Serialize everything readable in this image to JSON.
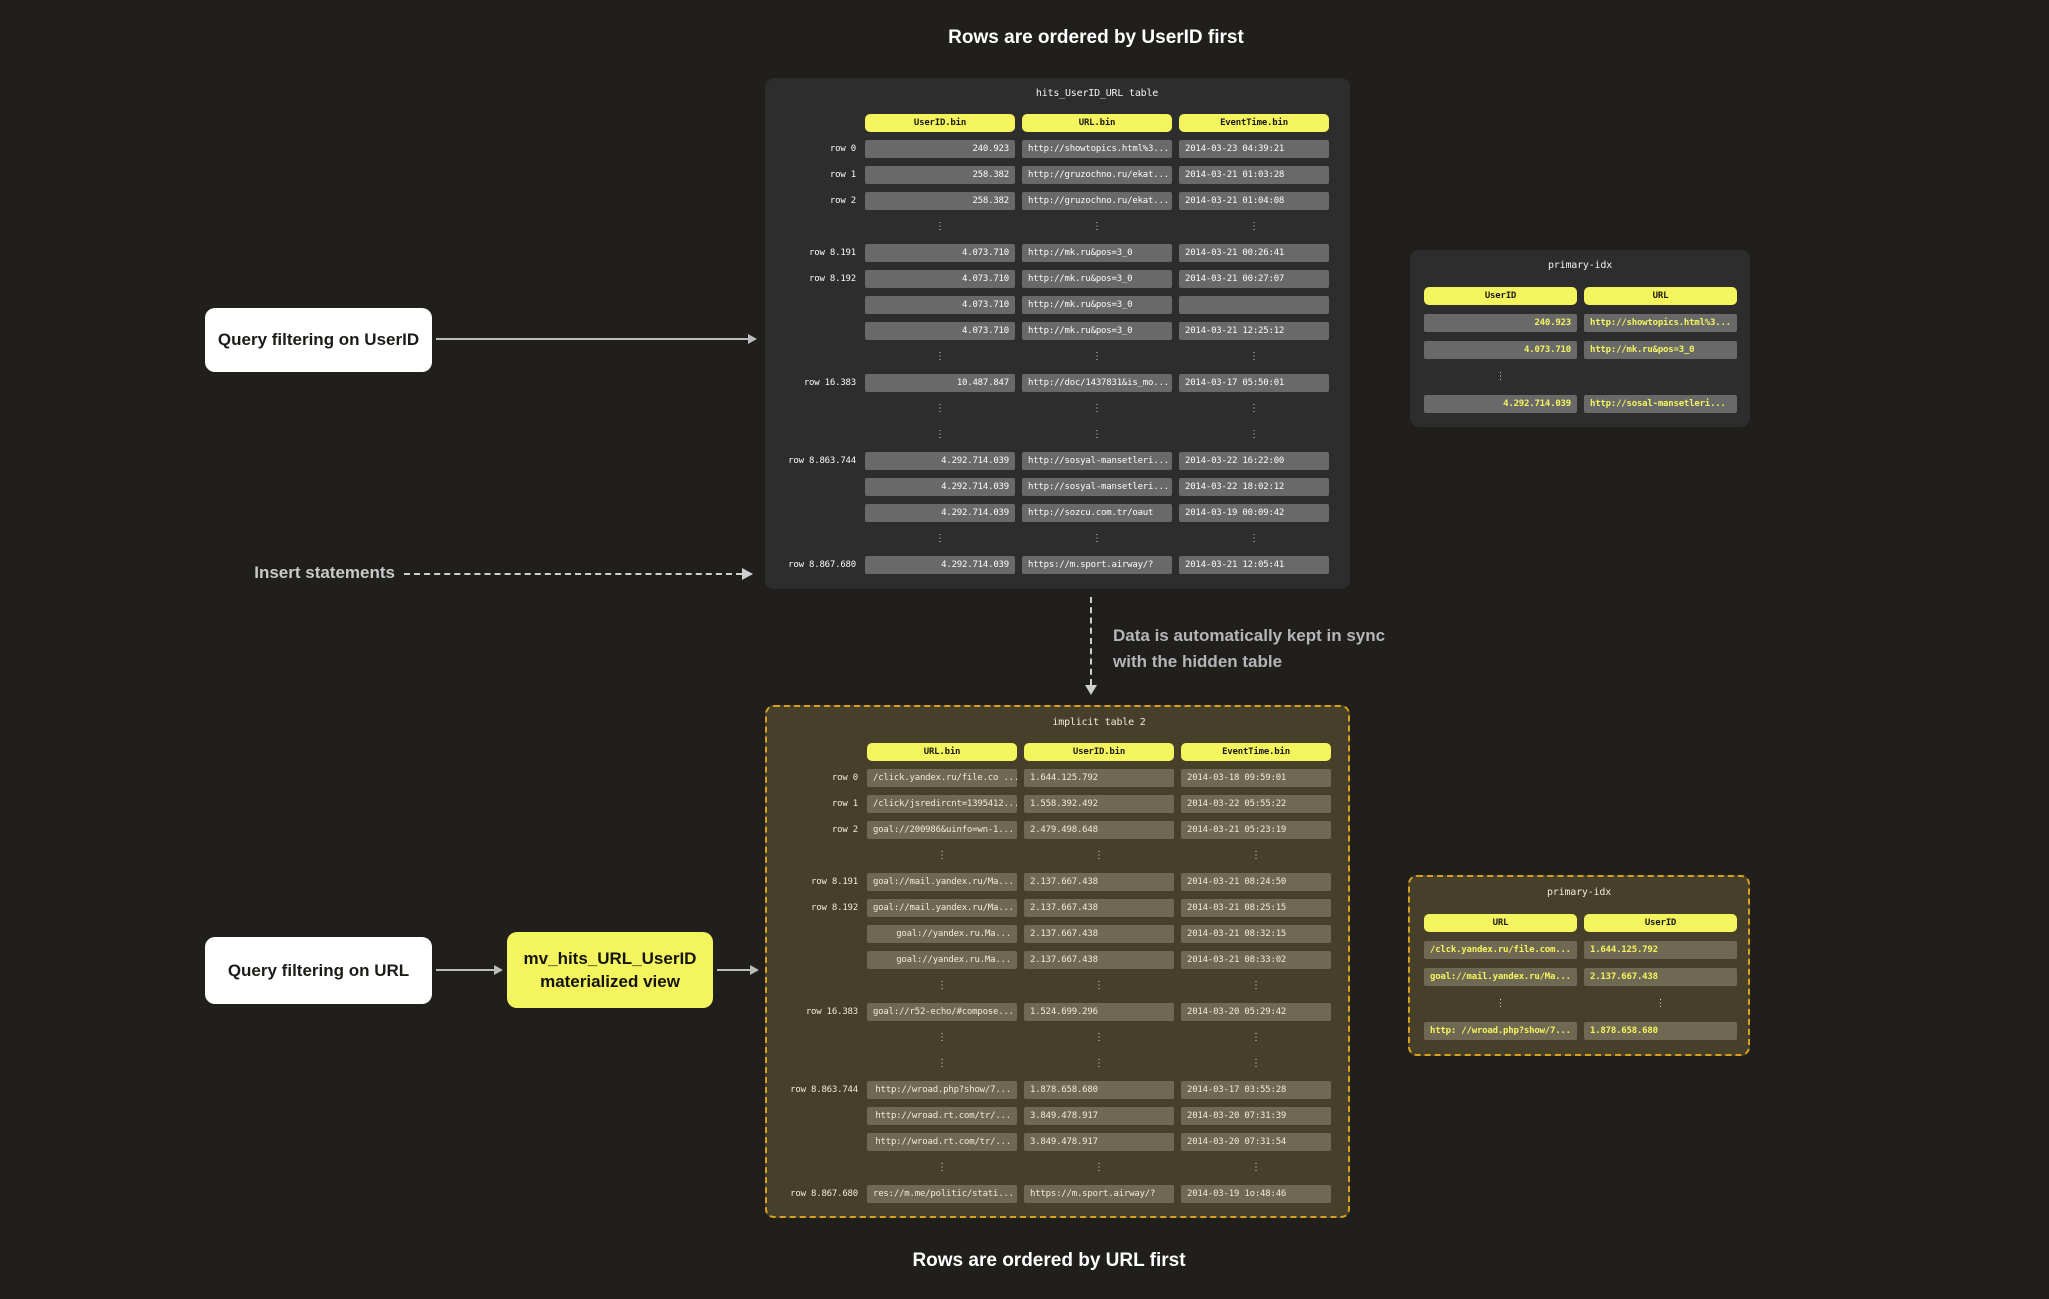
{
  "titles": {
    "top": "Rows are ordered by UserID first",
    "bottom": "Rows are ordered by URL first"
  },
  "labels": {
    "query_userid": "Query filtering on UserID",
    "insert_statements": "Insert statements",
    "sync_line1": "Data is automatically kept in sync",
    "sync_line2": "with the hidden table",
    "query_url": "Query filtering on URL",
    "mv_line1": "mv_hits_URL_UserID",
    "mv_line2": "materialized view"
  },
  "colors": {
    "accent_yellow": "#f4f45f",
    "panel_dark": "#2d2d2d",
    "panel_olive": "#46402a",
    "dashed_border": "#d8a01d",
    "cell_gray": "#696969",
    "cell_olive": "#6f6852"
  },
  "tables": {
    "hits": {
      "title": "hits_UserID_URL table",
      "columns": [
        "UserID.bin",
        "URL.bin",
        "EventTime.bin"
      ],
      "align": "rll",
      "rows": [
        {
          "label": "row 0",
          "cells": [
            "240.923",
            "http://showtopics.html%3...",
            "2014-03-23 04:39:21"
          ]
        },
        {
          "label": "row 1",
          "cells": [
            "258.382",
            "http://gruzochno.ru/ekat...",
            "2014-03-21 01:03:28"
          ]
        },
        {
          "label": "row 2",
          "cells": [
            "258.382",
            "http://gruzochno.ru/ekat...",
            "2014-03-21 01:04:08"
          ]
        },
        {
          "dots": [
            1,
            1,
            1
          ]
        },
        {
          "label": "row 8.191",
          "cells": [
            "4.073.710",
            "http://mk.ru&pos=3_0",
            "2014-03-21 00:26:41"
          ]
        },
        {
          "label": "row 8.192",
          "cells": [
            "4.073.710",
            "http://mk.ru&pos=3_0",
            "2014-03-21 00:27:07"
          ]
        },
        {
          "label": "",
          "cells": [
            "4.073.710",
            "http://mk.ru&pos=3_0",
            ""
          ]
        },
        {
          "label": "",
          "cells": [
            "4.073.710",
            "http://mk.ru&pos=3_0",
            "2014-03-21 12:25:12"
          ]
        },
        {
          "dots": [
            1,
            1,
            1
          ]
        },
        {
          "label": "row 16.383",
          "cells": [
            "10.487.847",
            "http://doc/1437831&is_mo...",
            "2014-03-17 05:50:01"
          ]
        },
        {
          "dots": [
            1,
            1,
            1
          ]
        },
        {
          "dots": [
            1,
            1,
            1
          ]
        },
        {
          "label": "row 8.863.744",
          "cells": [
            "4.292.714.039",
            "http://sosyal-mansetleri...",
            "2014-03-22 16:22:00"
          ]
        },
        {
          "label": "",
          "cells": [
            "4.292.714.039",
            "http://sosyal-mansetleri...",
            "2014-03-22 18:02:12"
          ]
        },
        {
          "label": "",
          "cells": [
            "4.292.714.039",
            "http://sozcu.com.tr/oaut",
            "2014-03-19 00:09:42"
          ]
        },
        {
          "dots": [
            1,
            1,
            1
          ]
        },
        {
          "label": "row 8.867.680",
          "cells": [
            "4.292.714.039",
            "https://m.sport.airway/?",
            "2014-03-21 12:05:41"
          ]
        }
      ]
    },
    "idx_top": {
      "title": "primary-idx",
      "columns": [
        "UserID",
        "URL"
      ],
      "align": "rl",
      "rows": [
        {
          "cells": [
            "240.923",
            "http://showtopics.html%3..."
          ]
        },
        {
          "cells": [
            "4.073.710",
            "http://mk.ru&pos=3_0"
          ]
        },
        {
          "dots": [
            1,
            0
          ]
        },
        {
          "cells": [
            "4.292.714.039",
            "http://sosal-mansetleri..."
          ]
        }
      ]
    },
    "implicit": {
      "title": "implicit table 2",
      "columns": [
        "URL.bin",
        "UserID.bin",
        "EventTime.bin"
      ],
      "align": "lll",
      "rows": [
        {
          "label": "row 0",
          "cells": [
            "/click.yandex.ru/file.co ...",
            "1.644.125.792",
            "2014-03-18 09:59:01"
          ]
        },
        {
          "label": "row 1",
          "cells": [
            "/click/jsredircnt=1395412...",
            "1.558.392.492",
            "2014-03-22 05:55:22"
          ]
        },
        {
          "label": "row 2",
          "align": "rll",
          "cells": [
            "goal://200986&uinfo=wn-1...",
            "2.479.498.648",
            "2014-03-21 05:23:19"
          ]
        },
        {
          "dots": [
            1,
            1,
            1
          ]
        },
        {
          "label": "row 8.191",
          "cells": [
            "goal://mail.yandex.ru/Ma...",
            "2.137.667.438",
            "2014-03-21 08:24:50"
          ]
        },
        {
          "label": "row 8.192",
          "cells": [
            "goal://mail.yandex.ru/Ma...",
            "2.137.667.438",
            "2014-03-21 08:25:15"
          ]
        },
        {
          "label": "",
          "align": "rll",
          "cells": [
            "goal://yandex.ru.Ma...",
            "2.137.667.438",
            "2014-03-21 08:32:15"
          ]
        },
        {
          "label": "",
          "align": "rll",
          "cells": [
            "goal://yandex.ru.Ma...",
            "2.137.667.438",
            "2014-03-21 08:33:02"
          ]
        },
        {
          "dots": [
            1,
            1,
            1
          ]
        },
        {
          "label": "row 16.383",
          "cells": [
            "goal://r52-echo/#compose...",
            "1.524.699.296",
            "2014-03-20 05:29:42"
          ]
        },
        {
          "dots": [
            1,
            1,
            1
          ]
        },
        {
          "dots": [
            1,
            1,
            1
          ]
        },
        {
          "label": "row 8.863.744",
          "align": "rll",
          "cells": [
            "http://wroad.php?show/7...",
            "1.878.658.680",
            "2014-03-17 03:55:28"
          ]
        },
        {
          "label": "",
          "align": "rll",
          "cells": [
            "http://wroad.rt.com/tr/...",
            "3.849.478.917",
            "2014-03-20 07:31:39"
          ]
        },
        {
          "label": "",
          "align": "rll",
          "cells": [
            "http://wroad.rt.com/tr/...",
            "3.849.478.917",
            "2014-03-20 07:31:54"
          ]
        },
        {
          "dots": [
            1,
            1,
            1
          ]
        },
        {
          "label": "row 8.867.680",
          "cells": [
            "res://m.me/politic/stati...",
            "https://m.sport.airway/?",
            "2014-03-19 1o:48:46"
          ]
        }
      ]
    },
    "idx_bottom": {
      "title": "primary-idx",
      "columns": [
        "URL",
        "UserID"
      ],
      "align": "ll",
      "rows": [
        {
          "cells": [
            "/clck.yandex.ru/file.com...",
            "1.644.125.792"
          ]
        },
        {
          "cells": [
            "goal://mail.yandex.ru/Ma...",
            "2.137.667.438"
          ]
        },
        {
          "dots": [
            1,
            1
          ]
        },
        {
          "cells": [
            "http: //wroad.php?show/7...",
            "1.878.658.680"
          ]
        }
      ]
    }
  }
}
